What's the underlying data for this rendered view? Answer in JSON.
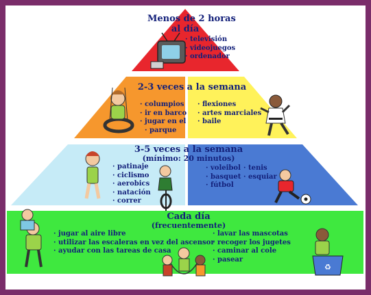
{
  "colors": {
    "tier1": "#e8262d",
    "tier2_left": "#f6972d",
    "tier2_right": "#fff25a",
    "tier3_left": "#c6ebf7",
    "tier3_right": "#4a7ad3",
    "tier4": "#3fe83f",
    "text": "#13207a",
    "border": "#7a2d6a"
  },
  "tier1": {
    "title_line1": "Menos de 2 horas",
    "title_line2": "al día",
    "items": [
      "televisión",
      "videojuegos",
      "ordenador"
    ],
    "icon": "tv-icon"
  },
  "tier2": {
    "title": "2-3 veces a la semana",
    "left_items": [
      "columpios",
      "ir en barco",
      "jugar en el",
      "parque"
    ],
    "right_items": [
      "flexiones",
      "artes marciales",
      "baile"
    ],
    "left_icon": "child-on-swing-icon",
    "right_icon": "karate-kid-icon"
  },
  "tier3": {
    "title_line1": "3-5 veces a la semana",
    "title_line2": "(mínimo: 20 minutos)",
    "left_items": [
      "patinaje",
      "ciclismo",
      "aerobics",
      "natación",
      "correr"
    ],
    "right_col1": [
      "voleibol",
      "basquet",
      "fútbol"
    ],
    "right_col2": [
      "tenis",
      "esquiar"
    ],
    "left_icon": "girl-stretching-icon",
    "center_icon": "cyclist-icon",
    "right_icon": "soccer-player-icon"
  },
  "tier4": {
    "title_line1": "Cada día",
    "title_line2": "(frecuentemente)",
    "left_items": [
      "jugar al aire libre",
      "utilizar las escaleras en vez del ascensor",
      "ayudar con las tareas de casa"
    ],
    "right_items": [
      "lavar las mascotas",
      "recoger los jugetes",
      "caminar al cole",
      "pasear"
    ],
    "left_icon": "kids-piggyback-icon",
    "center_icon": "kids-jump-rope-icon",
    "right_icon": "child-recycling-icon"
  }
}
